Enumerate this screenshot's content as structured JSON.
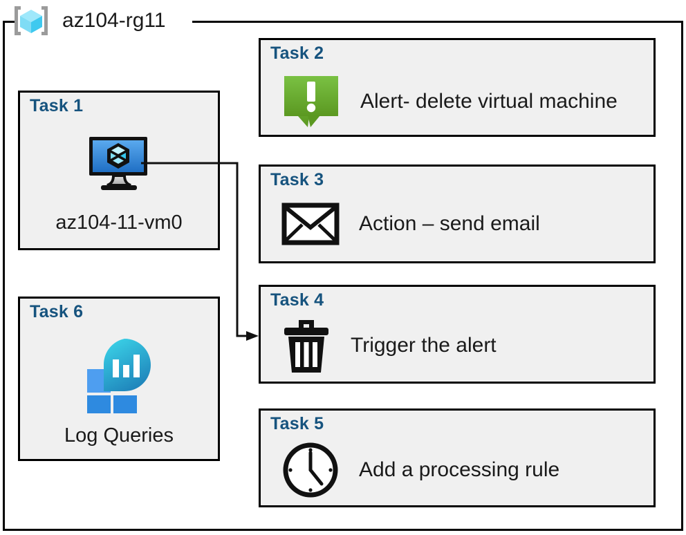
{
  "resource_group": {
    "label": "az104-rg11",
    "icon": "azure-resource-group-icon",
    "border_color": "#000000"
  },
  "theme": {
    "card_fill": "#f0f0f0",
    "card_border": "#000000",
    "title_color": "#16537e",
    "text_color": "#1a1a1a",
    "alert_green_light": "#7ac143",
    "alert_green_dark": "#5b9821",
    "vm_blue_light": "#5aa9ee",
    "vm_blue_dark": "#1f6fc4",
    "log_teal": "#32c8e0",
    "log_blue": "#2e8ae0",
    "log_square_light": "#4e9ef0"
  },
  "cards": {
    "task1": {
      "title": "Task 1",
      "caption": "az104-11-vm0",
      "icon": "virtual-machine-icon"
    },
    "task2": {
      "title": "Task 2",
      "label": "Alert- delete virtual machine",
      "icon": "alert-callout-icon"
    },
    "task3": {
      "title": "Task 3",
      "label": "Action – send email",
      "icon": "envelope-icon"
    },
    "task4": {
      "title": "Task 4",
      "label": "Trigger the alert",
      "icon": "trash-can-icon"
    },
    "task5": {
      "title": "Task 5",
      "label": "Add a processing rule",
      "icon": "clock-icon"
    },
    "task6": {
      "title": "Task 6",
      "caption": "Log Queries",
      "icon": "log-analytics-icon"
    }
  },
  "connector": {
    "name": "vm-to-task4-arrow",
    "from": "task1.virtual-machine-icon",
    "to": "task4"
  }
}
